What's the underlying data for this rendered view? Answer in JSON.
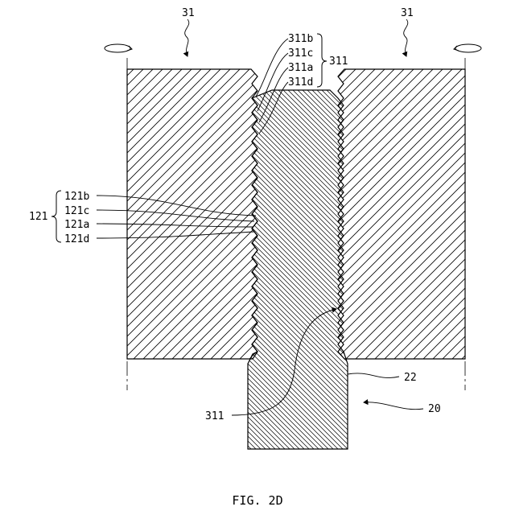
{
  "figure": {
    "caption": "FIG. 2D",
    "labels": {
      "left_block": "31",
      "right_block": "31",
      "g311_b": "311b",
      "g311_c": "311c",
      "g311_a": "311a",
      "g311_d": "311d",
      "g311_group": "311",
      "g121_b": "121b",
      "g121_c": "121c",
      "g121_a": "121a",
      "g121_d": "121d",
      "g121_group": "121",
      "thread_311": "311",
      "surface_22": "22",
      "part_20": "20"
    }
  }
}
